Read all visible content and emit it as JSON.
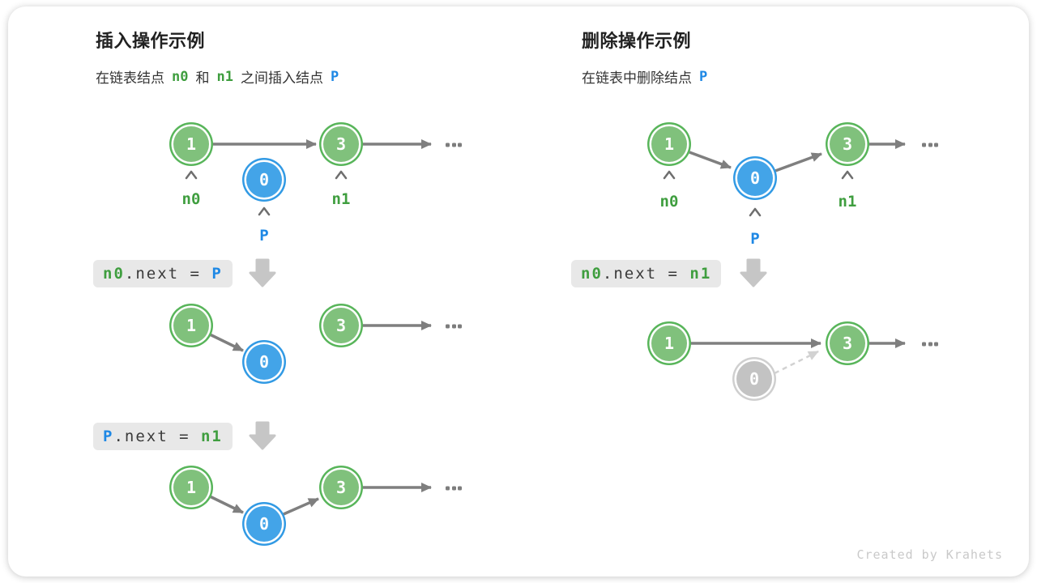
{
  "figure": {
    "credit": "Created by Krahets"
  },
  "node_values": {
    "n0": "1",
    "p": "0",
    "n1": "3"
  },
  "pointer_labels": {
    "n0": "n0",
    "n1": "n1",
    "p": "P"
  },
  "insert_panel": {
    "title": "插入操作示例",
    "subtitle": {
      "part1": "在链表结点",
      "var1": "n0",
      "part2": "和",
      "var2": "n1",
      "part3": "之间插入结点",
      "var3": "P"
    },
    "code_step1": {
      "lhs": "n0",
      "mid": ".next = ",
      "rhs": "P"
    },
    "code_step2": {
      "lhs": "P",
      "mid": ".next = ",
      "rhs": "n1"
    }
  },
  "delete_panel": {
    "title": "删除操作示例",
    "subtitle": {
      "part1": "在链表中删除结点",
      "var1": "P"
    },
    "code_step1": {
      "lhs": "n0",
      "mid": ".next = ",
      "rhs": "n1"
    }
  },
  "icons": {
    "pointer-caret-icon": "∧",
    "step-down-arrow-icon": "⬇",
    "ellipsis-icon": "•••",
    "next-pointer-arrow": "→"
  },
  "colors": {
    "node_green_fill": "#80c17c",
    "node_green_ring": "#58b55a",
    "node_blue_fill": "#43a4e8",
    "node_blue_ring": "#329ae4",
    "node_gray_fill": "#c3c3c3",
    "node_gray_ring": "#cfcfcf",
    "label_green": "#3f9e3f",
    "label_blue": "#1e88e5",
    "arrow_gray": "#7f7f7f",
    "removed_arrow_gray": "#d2d2d2",
    "code_bg": "#e8e8e8"
  }
}
